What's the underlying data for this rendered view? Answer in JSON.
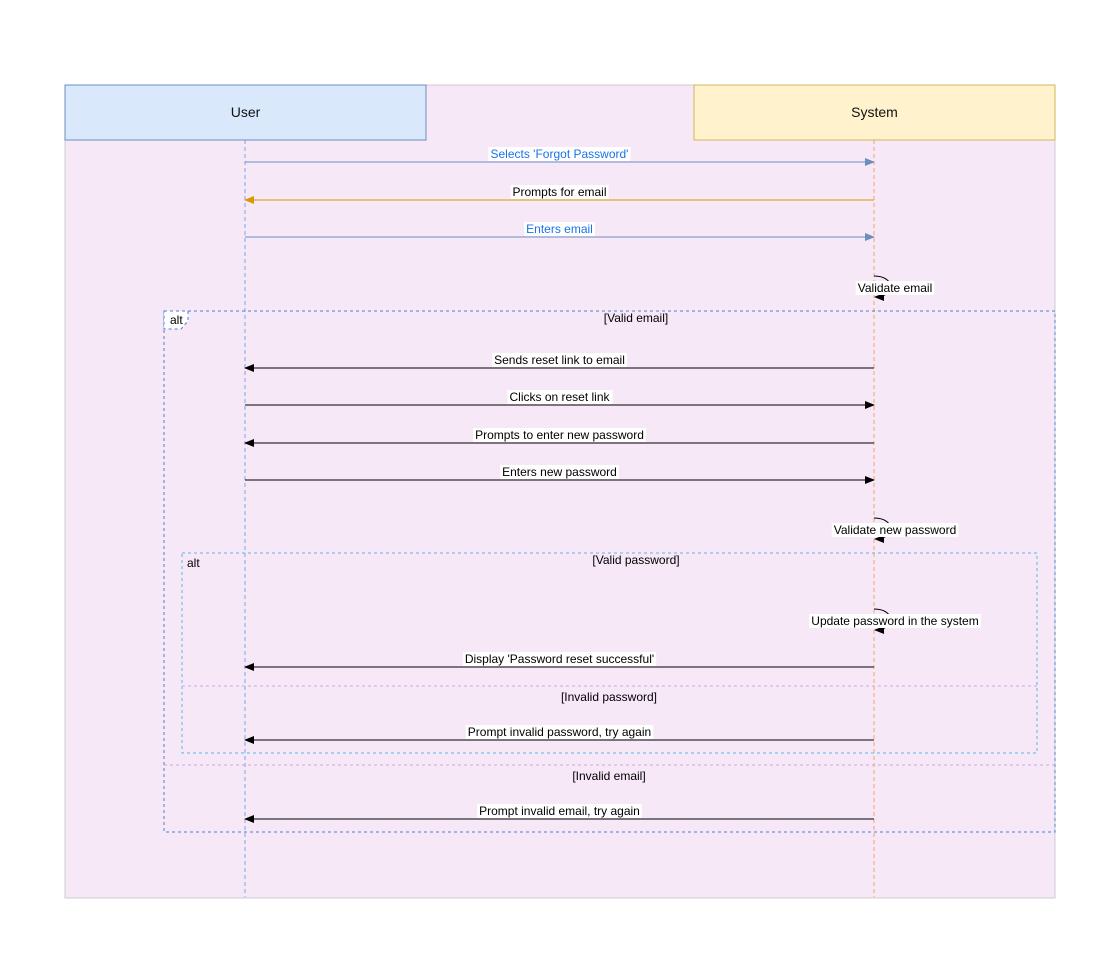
{
  "colors": {
    "canvas_bg": "#f7e8f7",
    "canvas_border": "#cccccc",
    "user_fill": "#dae8fc",
    "user_stroke": "#6c8ebf",
    "system_fill": "#fff2cc",
    "system_stroke": "#d6b656",
    "user_lifeline": "#7ea6e0",
    "system_lifeline": "#f0a868",
    "blue_text": "#1a73e8",
    "blue_arrow": "#6c8ebf",
    "orange_arrow": "#d79b00",
    "black": "#000000",
    "outer_frame": "#4a7fd4",
    "inner_frame": "#5bb4e5",
    "divider": "#c9a6e0"
  },
  "participants": {
    "user": {
      "label": "User"
    },
    "system": {
      "label": "System"
    }
  },
  "messages": [
    {
      "label": "Selects 'Forgot Password'",
      "from": "user",
      "to": "system",
      "style": "blue"
    },
    {
      "label": "Prompts for email",
      "from": "system",
      "to": "user",
      "style": "orange"
    },
    {
      "label": "Enters email",
      "from": "user",
      "to": "system",
      "style": "blue"
    },
    {
      "label": "Sends reset link to email",
      "from": "system",
      "to": "user",
      "style": "black"
    },
    {
      "label": "Clicks on reset link",
      "from": "user",
      "to": "system",
      "style": "black"
    },
    {
      "label": "Prompts to enter new password",
      "from": "system",
      "to": "user",
      "style": "black"
    },
    {
      "label": "Enters new password",
      "from": "user",
      "to": "system",
      "style": "black"
    },
    {
      "label": "Display 'Password reset successful'",
      "from": "system",
      "to": "user",
      "style": "black"
    },
    {
      "label": "Prompt invalid password, try again",
      "from": "system",
      "to": "user",
      "style": "black"
    },
    {
      "label": "Prompt invalid email, try again",
      "from": "system",
      "to": "user",
      "style": "black"
    }
  ],
  "self_messages": [
    {
      "label": "Validate email"
    },
    {
      "label": "Validate new password"
    },
    {
      "label": "Update password in the system"
    }
  ],
  "fragments": {
    "outer": {
      "tag": "alt",
      "guard_valid": "[Valid email]",
      "guard_invalid": "[Invalid email]"
    },
    "inner": {
      "tag": "alt",
      "guard_valid": "[Valid password]",
      "guard_invalid": "[Invalid password]"
    }
  }
}
